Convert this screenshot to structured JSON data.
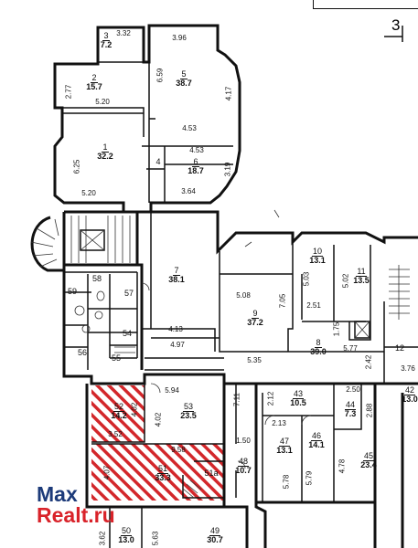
{
  "sheet": {
    "number": "3"
  },
  "watermark": {
    "line1": "Max",
    "line2": "Realt.ru"
  },
  "rooms": [
    {
      "id": "r3",
      "num": "3",
      "area": "7.2"
    },
    {
      "id": "r5",
      "num": "5",
      "area": "38.7"
    },
    {
      "id": "r2",
      "num": "2",
      "area": "15.7"
    },
    {
      "id": "r1",
      "num": "1",
      "area": "32.2"
    },
    {
      "id": "r6",
      "num": "6",
      "area": "18.7"
    },
    {
      "id": "r4",
      "num": "4",
      "area": ""
    },
    {
      "id": "r7",
      "num": "7",
      "area": "38.1"
    },
    {
      "id": "r9",
      "num": "9",
      "area": "37.2"
    },
    {
      "id": "r10",
      "num": "10",
      "area": "13.1"
    },
    {
      "id": "r11",
      "num": "11",
      "area": "13.5"
    },
    {
      "id": "r8",
      "num": "8",
      "area": "39.0"
    },
    {
      "id": "r12",
      "num": "12",
      "area": ""
    },
    {
      "id": "r42",
      "num": "42",
      "area": "13.0"
    },
    {
      "id": "r59",
      "num": "59",
      "area": ""
    },
    {
      "id": "r58",
      "num": "58",
      "area": ""
    },
    {
      "id": "r57",
      "num": "57",
      "area": ""
    },
    {
      "id": "r54",
      "num": "54",
      "area": ""
    },
    {
      "id": "r56",
      "num": "56",
      "area": ""
    },
    {
      "id": "r55",
      "num": "55",
      "area": ""
    },
    {
      "id": "r52",
      "num": "52",
      "area": "14.2"
    },
    {
      "id": "r53",
      "num": "53",
      "area": "23.5"
    },
    {
      "id": "r43",
      "num": "43",
      "area": "10.5"
    },
    {
      "id": "r44",
      "num": "44",
      "area": "7.3"
    },
    {
      "id": "r47",
      "num": "47",
      "area": "13.1"
    },
    {
      "id": "r46",
      "num": "46",
      "area": "14.1"
    },
    {
      "id": "r45",
      "num": "45",
      "area": "23.4"
    },
    {
      "id": "r51",
      "num": "51",
      "area": "33.3"
    },
    {
      "id": "r48",
      "num": "48",
      "area": "10.7"
    },
    {
      "id": "r51a",
      "num": "51a",
      "area": ""
    },
    {
      "id": "r50",
      "num": "50",
      "area": "13.0"
    },
    {
      "id": "r49",
      "num": "49",
      "area": "30.7"
    }
  ],
  "dimensions": [
    {
      "id": "d1",
      "text": "3.32"
    },
    {
      "id": "d2",
      "text": "3.96"
    },
    {
      "id": "d3",
      "text": "6.59"
    },
    {
      "id": "d4",
      "text": "2.77"
    },
    {
      "id": "d5",
      "text": "5.20"
    },
    {
      "id": "d6",
      "text": "4.17"
    },
    {
      "id": "d7",
      "text": "4.53"
    },
    {
      "id": "d8",
      "text": "4.53"
    },
    {
      "id": "d9",
      "text": "6.25"
    },
    {
      "id": "d10",
      "text": "3.19"
    },
    {
      "id": "d11",
      "text": "3.64"
    },
    {
      "id": "d12",
      "text": "5.20"
    },
    {
      "id": "d13",
      "text": "5.08"
    },
    {
      "id": "d14",
      "text": "7.05"
    },
    {
      "id": "d15",
      "text": "5.03"
    },
    {
      "id": "d16",
      "text": "5.02"
    },
    {
      "id": "d17",
      "text": "2.51"
    },
    {
      "id": "d18",
      "text": "1.75"
    },
    {
      "id": "d19",
      "text": "4.13"
    },
    {
      "id": "d20",
      "text": "4.97"
    },
    {
      "id": "d21",
      "text": "5.77"
    },
    {
      "id": "d22",
      "text": "5.35"
    },
    {
      "id": "d23",
      "text": "2.42"
    },
    {
      "id": "d24",
      "text": "3.76"
    },
    {
      "id": "d25",
      "text": "5.94"
    },
    {
      "id": "d26",
      "text": "7.11"
    },
    {
      "id": "d27",
      "text": "2.50"
    },
    {
      "id": "d28",
      "text": "2.12"
    },
    {
      "id": "d29",
      "text": "4.02"
    },
    {
      "id": "d30",
      "text": "4.02"
    },
    {
      "id": "d31",
      "text": "2.88"
    },
    {
      "id": "d32",
      "text": "2.13"
    },
    {
      "id": "d33",
      "text": "3.52"
    },
    {
      "id": "d34",
      "text": "9.58"
    },
    {
      "id": "d35",
      "text": "1.50"
    },
    {
      "id": "d36",
      "text": "4.07"
    },
    {
      "id": "d37",
      "text": "4.78"
    },
    {
      "id": "d38",
      "text": "5.78"
    },
    {
      "id": "d39",
      "text": "5.79"
    },
    {
      "id": "d40",
      "text": "3.62"
    },
    {
      "id": "d41",
      "text": "5.63"
    }
  ]
}
